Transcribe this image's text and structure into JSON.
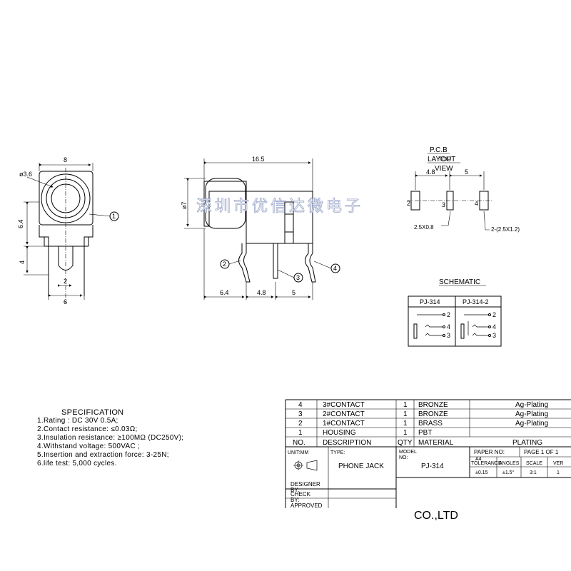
{
  "front_view": {
    "dim_width": "8",
    "dim_hole": "ø3.6",
    "dim_height": "6.4",
    "dim_leg": "4",
    "dim_pin": "2",
    "dim_bottom": "6",
    "callout": "1"
  },
  "side_view": {
    "dim_length": "16.5",
    "dim_dia": "ø7",
    "dim_a": "6.4",
    "dim_b": "4.8",
    "dim_c": "5",
    "callout_2": "2",
    "callout_3": "3",
    "callout_4": "4"
  },
  "watermark": "深圳市优信达微电子",
  "pcb": {
    "title_1": "P.C.B",
    "title_2": "LAYOUT",
    "title_3": "TOP",
    "title_4": "VIEW",
    "dim_a": "4.8",
    "dim_b": "5",
    "pad_2": "2",
    "pad_3": "3",
    "pad_4": "4",
    "note_left": "2.5X0.8",
    "note_right": "2-(2.5X1.2)"
  },
  "schematic": {
    "title": "SCHEMATIC",
    "col_1": "PJ-314",
    "col_2": "PJ-314-2",
    "pin_2": "2",
    "pin_4": "4",
    "pin_3": "3"
  },
  "specification": {
    "title": "SPECIFICATION",
    "lines": [
      "1.Rating : DC 30V 0.5A;",
      "2.Contact resistance: ≤0.03Ω;",
      "3.Insulation resistance: ≥100MΩ (DC250V);",
      "4.Withstand voltage: 500VAC ;",
      "5.Insertion and extraction force: 3-25N;",
      "6.life test: 5,000 cycles."
    ]
  },
  "bom": {
    "rows": [
      {
        "no": "4",
        "desc": "3#CONTACT",
        "qty": "1",
        "material": "BRONZE",
        "plating": "Ag-Plating"
      },
      {
        "no": "3",
        "desc": "2#CONTACT",
        "qty": "1",
        "material": "BRONZE",
        "plating": "Ag-Plating"
      },
      {
        "no": "2",
        "desc": "1#CONTACT",
        "qty": "1",
        "material": "BRASS",
        "plating": "Ag-Plating"
      },
      {
        "no": "1",
        "desc": "HOUSING",
        "qty": "1",
        "material": "PBT",
        "plating": ""
      }
    ],
    "header": {
      "no": "NO.",
      "desc": "DESCRIPTION",
      "qty": "QTY",
      "material": "MATERIAL",
      "plating": "PLATING"
    }
  },
  "title_block": {
    "unit": "UNIT:MM",
    "type_label": "TYPE:",
    "type_value": "PHONE JACK",
    "model_label_1": "MODEL",
    "model_label_2": "NO:",
    "model_value": "PJ-314",
    "paper_label": "PAPER NO:",
    "paper_value": "A4",
    "page": "PAGE 1 OF 1",
    "tolerance_label": "TOLERANCE",
    "angles_label": "ANGLES",
    "scale_label": "SCALE",
    "ver_label": "VER",
    "tolerance_value": "±0.15",
    "angles_value": "±1.5°",
    "scale_value": "3:1",
    "ver_value": "1",
    "designer": "DESIGNER",
    "by1": "BY:",
    "check": "CHECK",
    "by2": "BY:",
    "approved": "APPROVED",
    "company": "CO.,LTD"
  }
}
